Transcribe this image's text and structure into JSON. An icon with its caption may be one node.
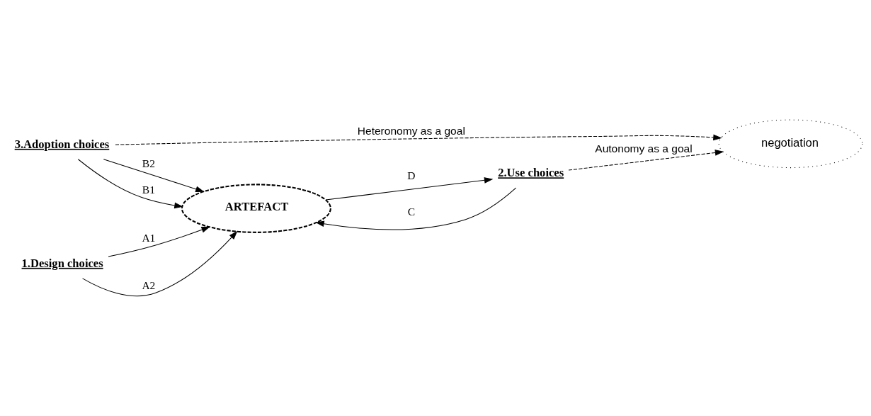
{
  "diagram": {
    "nodes": [
      {
        "text": [
          "3.Adoption choices"
        ]
      },
      {
        "text": [
          "ARTEFACT"
        ]
      },
      {
        "text": [
          "negotiation"
        ]
      },
      {
        "text": [
          "2.Use choices"
        ]
      },
      {
        "text": [
          "1.Design choices"
        ]
      }
    ],
    "edges": [
      {
        "from": 0,
        "to": 1,
        "arrow": "to",
        "label": "B1"
      },
      {
        "from": 0,
        "to": 1,
        "arrow": "to",
        "label": "B2"
      },
      {
        "from": 4,
        "to": 1,
        "arrow": "to",
        "label": "A2"
      },
      {
        "from": 4,
        "to": 1,
        "arrow": "to",
        "label": "A1"
      },
      {
        "from": 3,
        "to": 1,
        "arrow": "to",
        "label": "C"
      },
      {
        "from": 1,
        "to": 3,
        "arrow": "to",
        "label": "D"
      },
      {
        "from": 0,
        "to": 2,
        "arrow": "to",
        "style": "dashed",
        "label": "Heteronomy as a goal"
      },
      {
        "from": 3,
        "to": 2,
        "arrow": "to",
        "style": "dashed",
        "label": "Autonomy as a goal"
      }
    ]
  }
}
